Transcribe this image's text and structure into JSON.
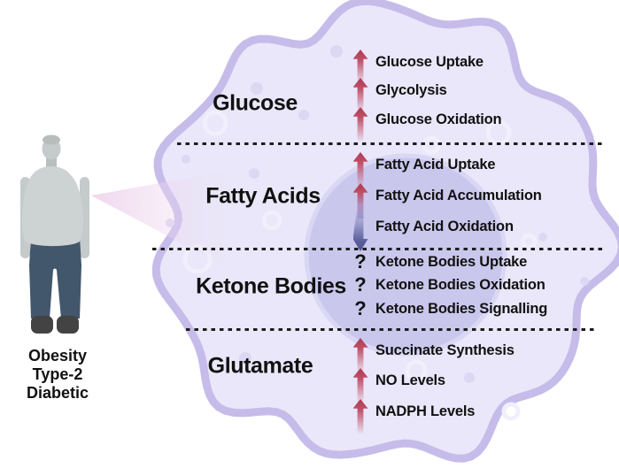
{
  "person": {
    "caption_line1": "Obesity",
    "caption_line2": "Type-2 Diabetic"
  },
  "cell": {
    "unknown_symbol": "?",
    "sections": [
      {
        "label": "Glucose",
        "items": [
          {
            "indicator": "increase",
            "text": "Glucose Uptake"
          },
          {
            "indicator": "increase",
            "text": "Glycolysis"
          },
          {
            "indicator": "increase",
            "text": "Glucose Oxidation"
          }
        ]
      },
      {
        "label": "Fatty Acids",
        "items": [
          {
            "indicator": "increase",
            "text": "Fatty Acid Uptake"
          },
          {
            "indicator": "increase",
            "text": "Fatty Acid Accumulation"
          },
          {
            "indicator": "decrease",
            "text": "Fatty Acid Oxidation"
          }
        ]
      },
      {
        "label": "Ketone Bodies",
        "items": [
          {
            "indicator": "unknown",
            "text": "Ketone Bodies Uptake"
          },
          {
            "indicator": "unknown",
            "text": "Ketone Bodies Oxidation"
          },
          {
            "indicator": "unknown",
            "text": "Ketone Bodies Signalling"
          }
        ]
      },
      {
        "label": "Glutamate",
        "items": [
          {
            "indicator": "increase",
            "text": "Succinate Synthesis"
          },
          {
            "indicator": "increase",
            "text": "NO Levels"
          },
          {
            "indicator": "increase",
            "text": "NADPH Levels"
          }
        ]
      }
    ]
  },
  "colors": {
    "increase_arrow": "#bb4559",
    "decrease_arrow": "#5a5f9b",
    "cell_fill": "#e9e7f9",
    "cell_border": "#c6bcea",
    "nucleus_fill": "#cac7ed",
    "text": "#111111"
  }
}
